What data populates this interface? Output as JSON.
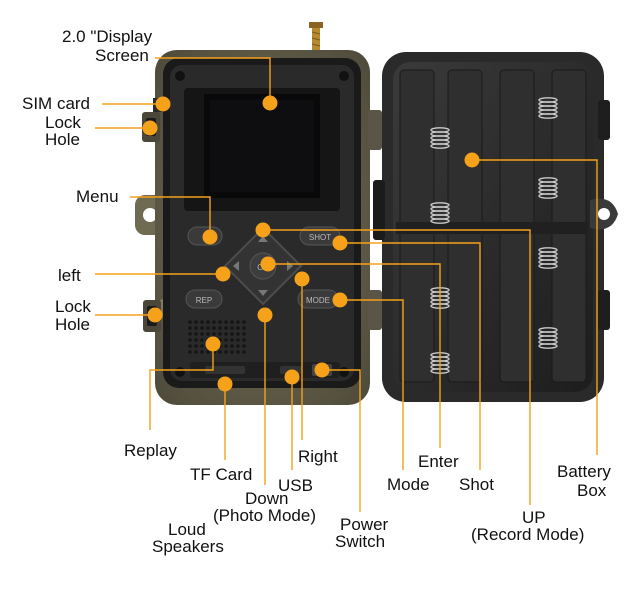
{
  "labels": {
    "display_line1": "2.0 \"Display",
    "display_line2": "Screen",
    "sim_card": "SIM card",
    "lock_top_1": "Lock",
    "lock_top_2": "Hole",
    "menu": "Menu",
    "left": "left",
    "lock_bottom_1": "Lock",
    "lock_bottom_2": "Hole",
    "replay": "Replay",
    "tf_card": "TF Card",
    "usb": "USB",
    "right": "Right",
    "down_1": "Down",
    "down_2": "(Photo Mode)",
    "loud_1": "Loud",
    "loud_2": "Speakers",
    "power_1": "Power",
    "power_2": "Switch",
    "enter": "Enter",
    "mode": "Mode",
    "shot": "Shot",
    "up_1": "UP",
    "up_2": "(Record Mode)",
    "battery_1": "Battery",
    "battery_2": "Box"
  },
  "buttons": {
    "shot": "SHOT",
    "replay": "REP",
    "mode": "MODE",
    "ok": "OK"
  },
  "colors": {
    "callout": "#f5a21a",
    "camo": "#6b6650",
    "panel": "#272727",
    "screen_frame": "#151515",
    "screen": "#090909"
  }
}
